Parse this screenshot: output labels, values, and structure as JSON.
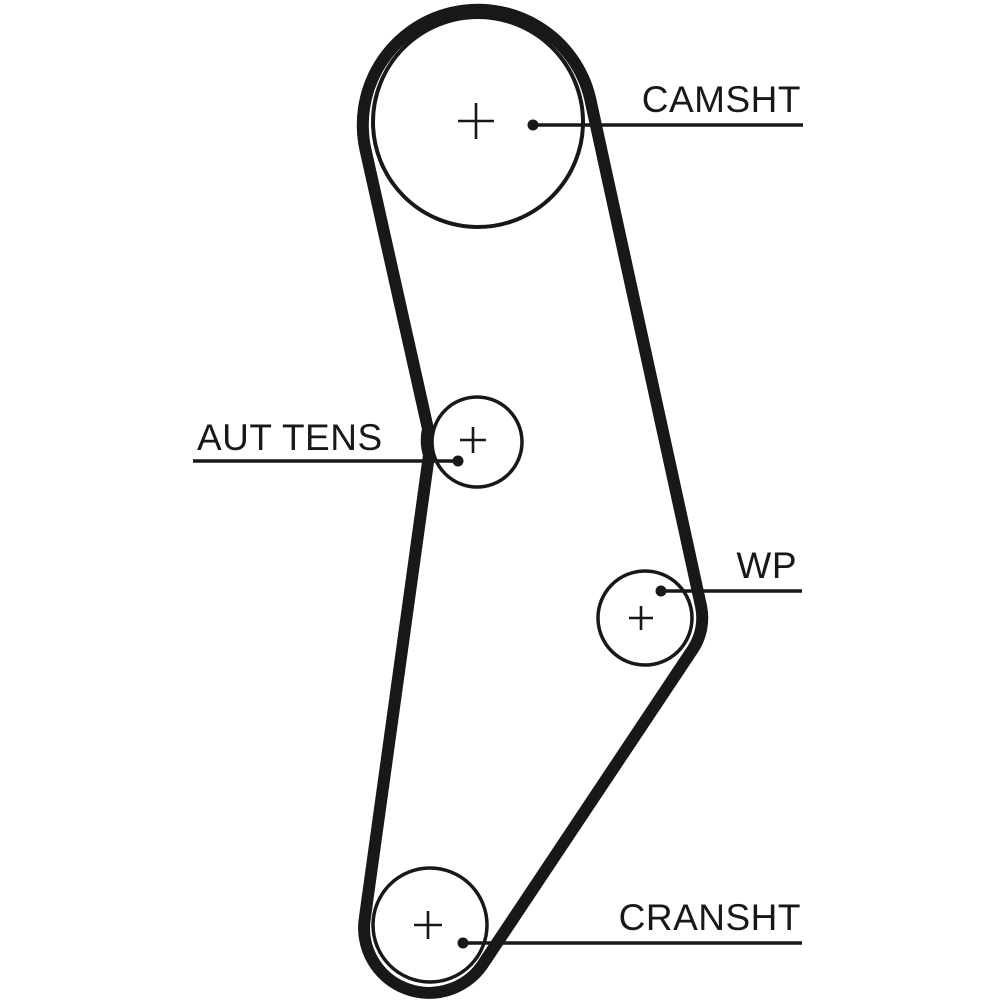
{
  "diagram": {
    "type": "timing-belt-routing-diagram",
    "background_color": "#ffffff",
    "ink_color": "#181818",
    "labels": {
      "camshaft": "CAMSHT",
      "tensioner": "AUT TENS",
      "water_pump": "WP",
      "crankshaft": "CRANSHT"
    },
    "components": {
      "camshaft_pulley": "large pulley top center",
      "automatic_tensioner": "small pulley middle left of center",
      "water_pump_pulley": "small pulley middle right",
      "crankshaft_pulley": "small pulley bottom center"
    }
  }
}
